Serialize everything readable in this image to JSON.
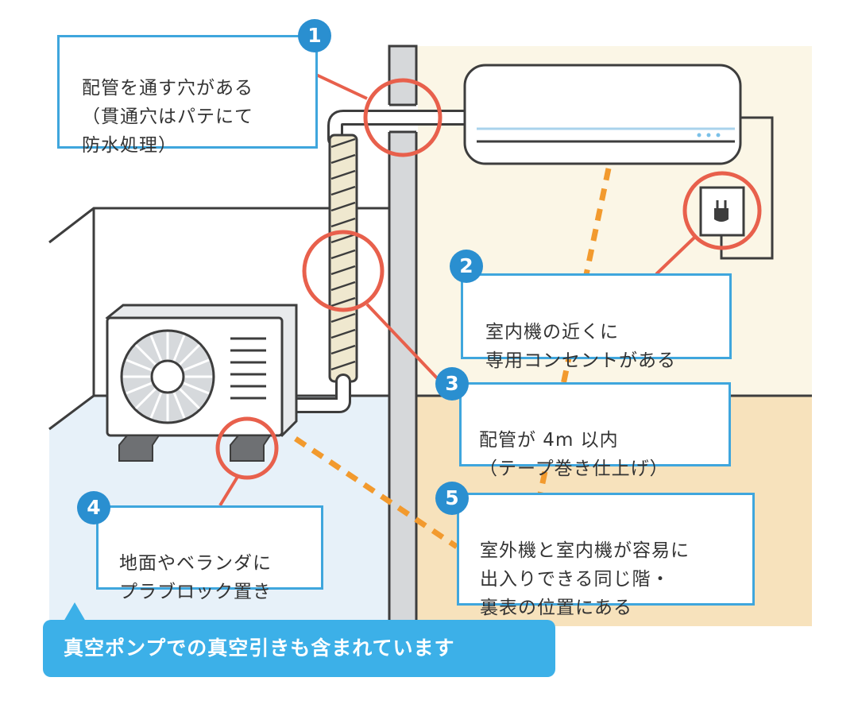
{
  "callouts": [
    {
      "number": "1",
      "text": "配管を通す穴がある\n（貫通穴はパテにて\n 防水処理）"
    },
    {
      "number": "2",
      "text": "室内機の近くに\n専用コンセントがある"
    },
    {
      "number": "3",
      "text": "配管が 4m 以内\n（テープ巻き仕上げ）"
    },
    {
      "number": "4",
      "text": "地面やベランダに\nプラブロック置き"
    },
    {
      "number": "5",
      "text": "室外機と室内機が容易に\n出入りできる同じ階・\n裏表の位置にある"
    }
  ],
  "banner": "真空ポンプでの真空引きも含まれています",
  "colors": {
    "callout_border": "#3fa6dd",
    "badge": "#2a8fd0",
    "highlight_circle": "#e8604c",
    "dashed_guide": "#f29a2e",
    "banner": "#3cb0e8",
    "indoor_wall": "#fbf6e6",
    "indoor_floor": "#f7e2bc",
    "outdoor_ground": "#e7f1f9",
    "wall": "#d6d8da",
    "outline": "#3d3d3d"
  },
  "icons": [
    "outlet-plug-icon",
    "fan-icon"
  ]
}
